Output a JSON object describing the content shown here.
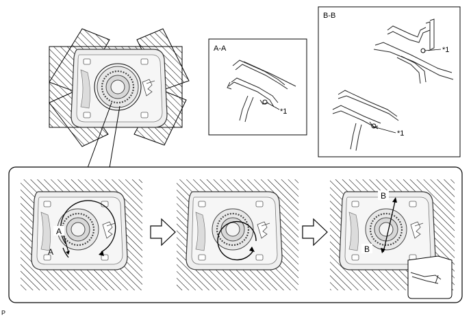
{
  "diagram": {
    "section_a_title": "A-A",
    "section_b_title": "B-B",
    "callout": "*1",
    "marker_a": "A",
    "marker_b": "B",
    "footer_code": "P",
    "ink_color": "#000000",
    "fill_color": "#ffffff",
    "part_fill": "#eeeeee"
  }
}
